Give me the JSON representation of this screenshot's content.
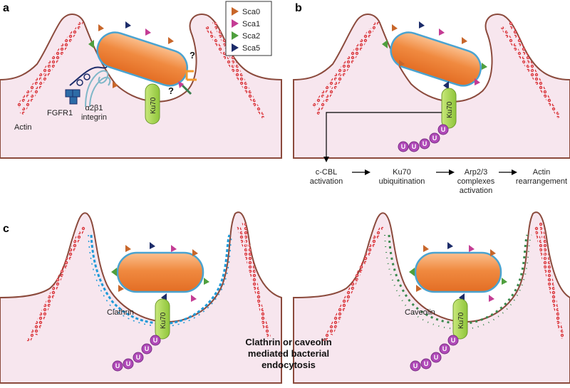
{
  "panels": {
    "a": "a",
    "b": "b",
    "c": "c"
  },
  "legend": [
    {
      "label": "Sca0",
      "color": "#c8662a"
    },
    {
      "label": "Sca1",
      "color": "#c43c94"
    },
    {
      "label": "Sca2",
      "color": "#4f9f3e"
    },
    {
      "label": "Sca5",
      "color": "#1c2c6a"
    }
  ],
  "labels": {
    "fgfr1": "FGFR1",
    "integrin_line1": "α2β1",
    "integrin_line2": "integrin",
    "actin": "Actin",
    "ku70": "Ku70",
    "question": "?",
    "ubiquitin": "U",
    "clathrin": "Clathrin",
    "caveolin": "Caveolin"
  },
  "pathway": [
    [
      "c-CBL",
      "activation"
    ],
    [
      "Ku70",
      "ubiquitination"
    ],
    [
      "Arp2/3",
      "complexes",
      "activation"
    ],
    [
      "Actin",
      "rearrangement"
    ]
  ],
  "caption": [
    "Clathrin or caveolin",
    "mediated bacterial",
    "endocytosis"
  ],
  "colors": {
    "cell_fill": "#f7e6ee",
    "membrane": "#8b4a3c",
    "bacterium": "#f08a40",
    "bacterium_outline": "#4aa3d0",
    "ku70": "#a7d44d",
    "ubiquitin": "#b04ab8",
    "actin": "#d9333a",
    "clathrin": "#1f9ad8",
    "caveolin": "#3a8a4e"
  }
}
